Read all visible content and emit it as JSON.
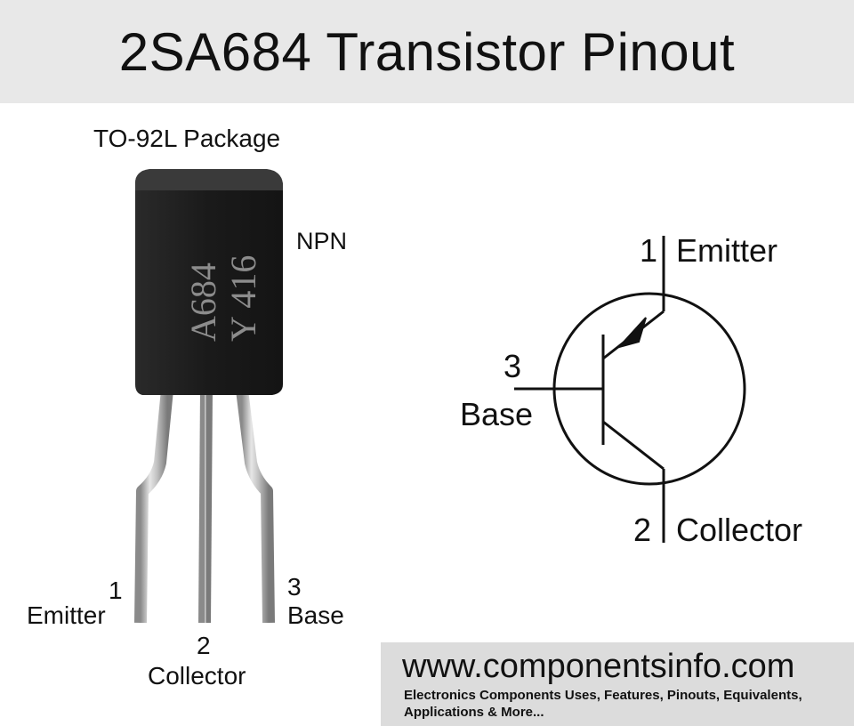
{
  "title": "2SA684 Transistor Pinout",
  "package": {
    "label": "TO-92L Package",
    "type": "NPN",
    "marking_line1": "A684",
    "marking_line2": "Y 416"
  },
  "package_pins": [
    {
      "number": "1",
      "name": "Emitter"
    },
    {
      "number": "2",
      "name": "Collector"
    },
    {
      "number": "3",
      "name": "Base"
    }
  ],
  "symbol_pins": {
    "emitter": {
      "number": "1",
      "name": "Emitter"
    },
    "base": {
      "number": "3",
      "name": "Base"
    },
    "collector": {
      "number": "2",
      "name": "Collector"
    }
  },
  "footer": {
    "website": "www.componentsinfo.com",
    "tagline": "Electronics Components Uses, Features, Pinouts, Equivalents, Applications & More..."
  },
  "colors": {
    "title_bg": "#e8e8e8",
    "footer_bg": "#dcdcdc",
    "body_black": "#1c1c1c",
    "lead_silver": "#b8b8b8"
  }
}
